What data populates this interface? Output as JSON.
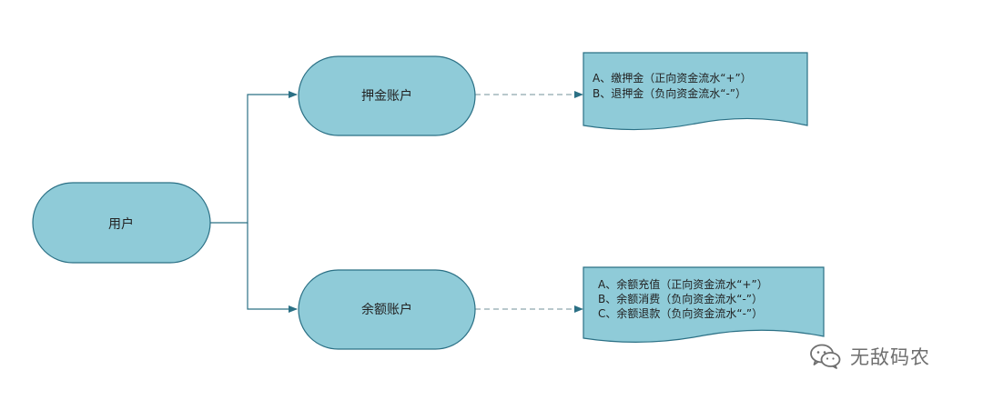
{
  "nodes": {
    "user": "用户",
    "deposit_account": "押金账户",
    "balance_account": "余额账户"
  },
  "documents": {
    "deposit_lines": [
      "A、缴押金（正向资金流水“+”）",
      "B、退押金（负向资金流水“-”）"
    ],
    "balance_lines": [
      "A、余额充值（正向资金流水“+”）",
      "B、余额消费（负向资金流水“-”）",
      "C、余额退款（负向资金流水“-”）"
    ]
  },
  "watermark": {
    "text": "无敌码农",
    "icon": "wechat-icon"
  },
  "colors": {
    "node_fill": "#8fcbd8",
    "stroke": "#2b7085",
    "dashed_arrow": "#8ea6ad",
    "text": "#222222",
    "watermark": "#6f6f6f"
  }
}
